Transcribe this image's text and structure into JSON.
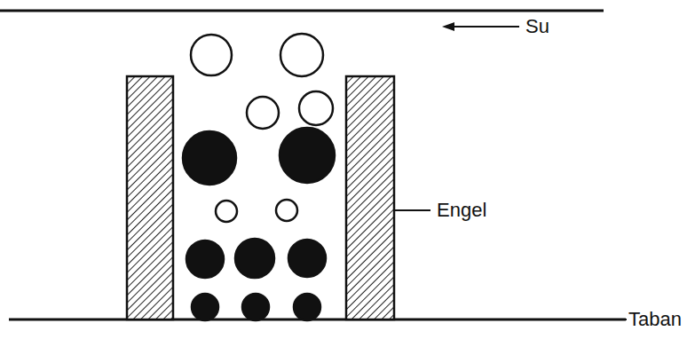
{
  "diagram": {
    "labels": [
      "Su",
      "Engel",
      "Taban"
    ]
  }
}
